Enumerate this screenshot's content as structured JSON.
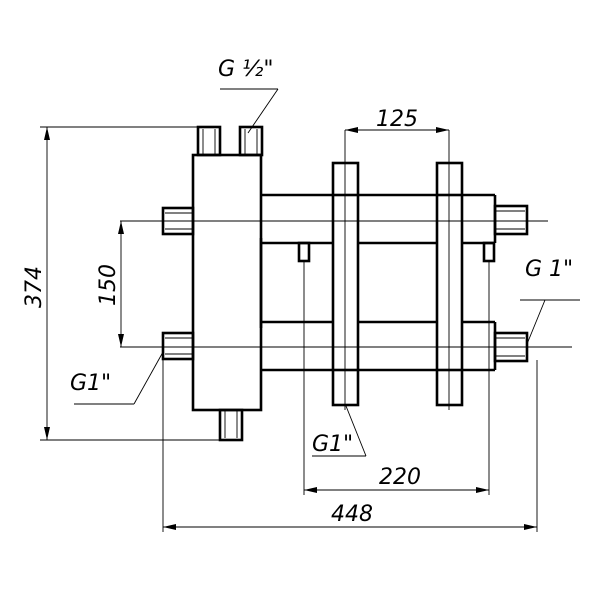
{
  "labels": {
    "connection_top": "G ½\"",
    "connection_right": "G 1\"",
    "connection_left": "G1\"",
    "connection_bottom": "G1\""
  },
  "dimensions": {
    "height_total": "374",
    "axis_spacing": "150",
    "outlet_spacing": "125",
    "outlet_span": "220",
    "width_total": "448"
  }
}
